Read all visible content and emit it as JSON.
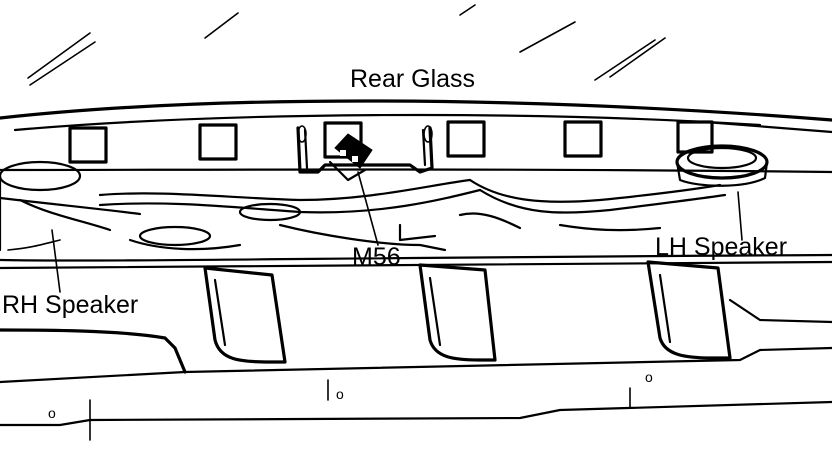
{
  "labels": {
    "rear_glass": "Rear Glass",
    "connector": "M56",
    "lh_speaker": "LH Speaker",
    "rh_speaker": "RH Speaker"
  },
  "hole_labels": [
    "o",
    "o",
    "o"
  ]
}
